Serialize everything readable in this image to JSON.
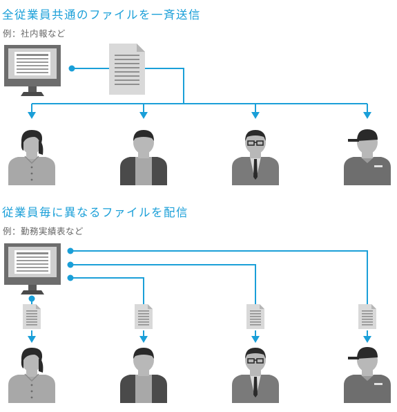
{
  "sections": [
    {
      "title": "全従業員共通のファイルを一斉送信",
      "example": "例：社内報など",
      "recipients": [
        "employee-female",
        "employee-male-casual",
        "employee-male-glasses-suit",
        "employee-male-cap"
      ]
    },
    {
      "title": "従業員毎に異なるファイルを配信",
      "example": "例：勤務実績表など",
      "recipients": [
        "employee-female",
        "employee-male-casual",
        "employee-male-glasses-suit",
        "employee-male-cap"
      ]
    }
  ],
  "colors": {
    "accent": "#1a9fd8",
    "monitor_frame": "#6d6d6d",
    "monitor_screen": "#cfcfcf",
    "document": "#d9d9d9",
    "person_dark": "#4a4a4a",
    "person_mid": "#7a7a7a",
    "person_light": "#a8a8a8"
  }
}
